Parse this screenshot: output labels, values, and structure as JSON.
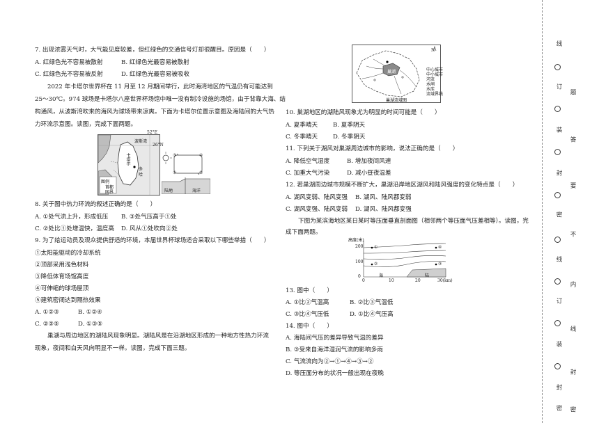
{
  "left": {
    "q7": {
      "stem": "7. 出现浓雾天气时，大气能见度较差，但红绿色的交通信号灯却很醒目。原因是（　　）",
      "options": [
        "A. 红绿色光不容易被散射",
        "B. 红绿色光最容易被散射",
        "C. 红绿色光不容易被反射",
        "D. 红绿色光最容易被吸收"
      ]
    },
    "passage1": [
      "2022 年卡塔尔世界杯在 11 月至 12 月期间举行，此时海湾地区的气温仍有可能达到",
      "25～30℃。974 球场是卡塔尔八座世界杯场馆中唯一没有制冷设施的场馆，由于背靠大海、结",
      "构通风，从波斯湾吹来的海风为球场带来凉爽。下面为卡塔尔位置示意图及海陆间的大气热",
      "力环流示意图。读图，完成下面两题。"
    ],
    "map1": {
      "lon": "52°E",
      "lat": "26°N",
      "sea": "波斯湾",
      "country": "卡塔尔",
      "legend_title": "图例",
      "legend_items": [
        "首都",
        "国界"
      ],
      "cities": [
        "多",
        "哈"
      ]
    },
    "circ1": {
      "nodes": [
        "③",
        "④",
        "①",
        "②"
      ],
      "land": "陆地",
      "sea": "海洋"
    },
    "q8": {
      "stem": "8. 关于图中热力环流的叙述正确的是（　　）",
      "options": [
        "A. ①处气流上升，形成低压",
        "B. ③处气压高于①处",
        "C. ②处比①处增温快，温度高",
        "D. 风从①处吹向②处"
      ]
    },
    "q9": {
      "stem": "9. 为了给运动员及观众提供舒适的环境，本届世界杯球场适合采取以下哪些举措（　　）",
      "items": [
        "①太阳能驱动的冷却系统",
        "②顶部采用浅色材料",
        "③降低体育场馆高度",
        "④可伸缩的球场屋顶",
        "⑤建筑密闭达到隔热效果"
      ],
      "options": [
        "A. ①②③",
        "B. ①②④",
        "C. ②③⑤",
        "D. ①③⑤"
      ]
    },
    "passage2": [
      "巢湖与周边地区的湖陆风现象明显。湖陆风是在沿湖地区形成的一种地方性热力环流",
      "现象，夜间和白天风向明显不一样。读图，完成下面三题。"
    ]
  },
  "right": {
    "map2": {
      "caption": "巢湖流域图",
      "north": "N",
      "lake": "巢湖",
      "legend": [
        "中心城市",
        "中小城市",
        "河流",
        "水闸",
        "水库",
        "流域界线"
      ]
    },
    "q10": {
      "stem": "10. 巢湖地区的湖陆风现象尤为明显的时间可能是（　　）",
      "options": [
        "A. 夏季晴天",
        "B. 夏季阴天",
        "C. 冬季晴天",
        "D. 冬季阴天"
      ]
    },
    "q11": {
      "stem": "11. 下列关于湖风对巢湖周边城市的影响，说法正确的是（　　）",
      "options": [
        "A. 降低空气湿度",
        "B. 增加夜间风速",
        "C. 加重大气污染",
        "D. 减小昼夜温差"
      ]
    },
    "q12": {
      "stem": "12. 若巢湖周边城市规模不断扩大，巢湖沿岸地区湖风和陆风强度的变化特点是（　　）",
      "options": [
        "A. 湖风变弱、陆风变强",
        "B. 湖风、陆风都变弱",
        "C. 湖风变强、陆风变弱",
        "D. 湖风、陆风都变强"
      ]
    },
    "passage3": [
      "下图为某滨海地区某日某时等压面垂直剖面图（相邻两个等压面气压差相等）。读图，完",
      "成下面两题。"
    ],
    "profile": {
      "ylabel": "高度(米)",
      "yticks": [
        "200",
        "100",
        "0"
      ],
      "xticks": [
        "0",
        "10",
        "20",
        "30(km)"
      ],
      "sea": "海",
      "land": "陆",
      "points": [
        "①",
        "②",
        "③",
        "④"
      ]
    },
    "q13": {
      "stem": "13. 图中（　　）",
      "options": [
        "A. ①比②气温高",
        "B. ②比③气温低",
        "C. ③比④气压低",
        "D. ①比④气压高"
      ]
    },
    "q14": {
      "stem": "14. 图中（　　）",
      "options": [
        "A. 海陆间气压的差异导致气温的差异",
        "B. ③受来自海洋湿润气流的影响多雨",
        "C. 气流流向为②→①→④→③→②",
        "D. 等压面分布的状况一般出现在夜晚"
      ]
    }
  },
  "side": {
    "outer": [
      "线",
      "订",
      "装",
      "封",
      "密",
      "线",
      "订",
      "装",
      "封",
      "密"
    ],
    "inner": [
      "题",
      "答",
      "要",
      "不",
      "内",
      "线",
      "封",
      "密"
    ]
  }
}
